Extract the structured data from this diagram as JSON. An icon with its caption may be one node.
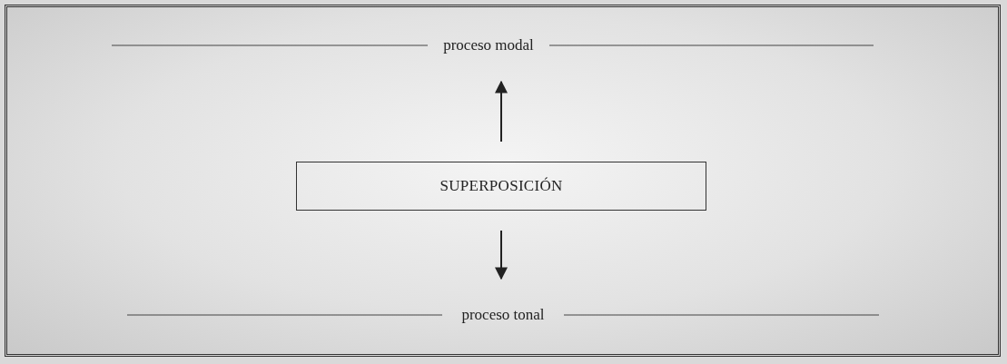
{
  "diagram": {
    "nodes": [
      {
        "text": [
          "proceso modal"
        ]
      },
      {
        "text": [
          "SUPERPOSICIÓN"
        ]
      },
      {
        "text": [
          "proceso tonal"
        ]
      }
    ],
    "edges": [
      {
        "from": 1,
        "to": 0,
        "arrow": "to"
      },
      {
        "from": 1,
        "to": 2,
        "arrow": "to"
      }
    ]
  }
}
